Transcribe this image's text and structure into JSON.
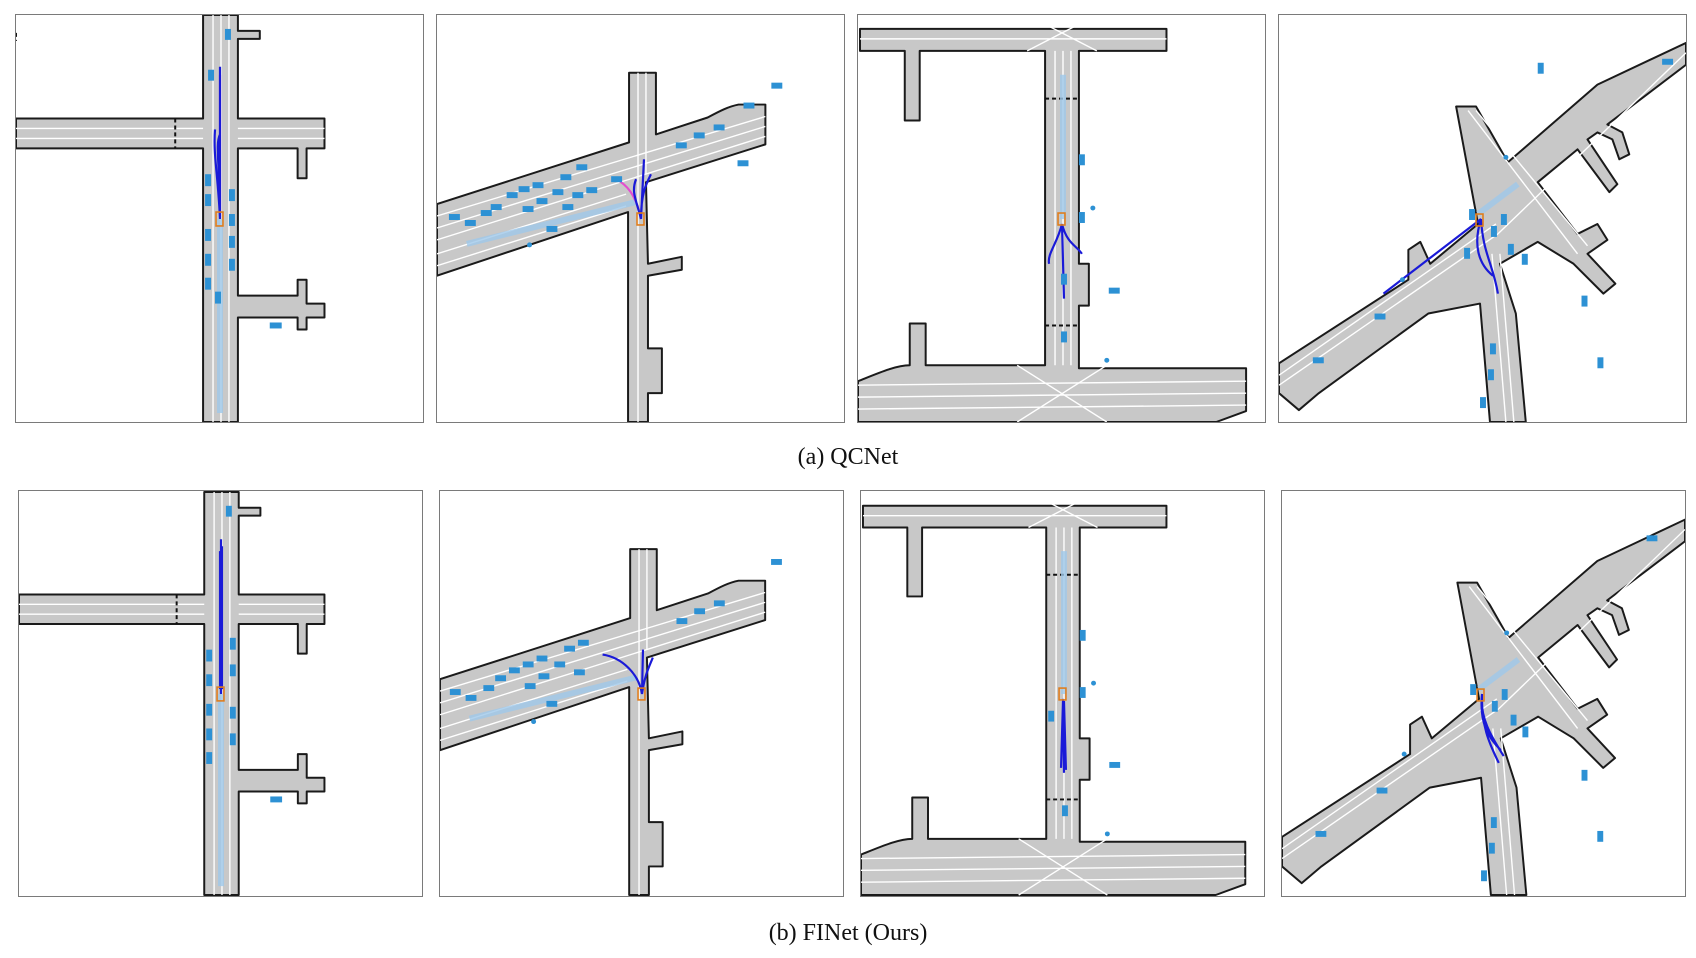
{
  "rows": [
    {
      "caption": "(a) QCNet",
      "panel_count": 4
    },
    {
      "caption": "(b) FINet (Ours)",
      "panel_count": 4
    }
  ],
  "colors": {
    "road": "#c8c8c8",
    "vehicle": "#2d91d4",
    "prediction": "#1a1ad8",
    "ground_truth": "#e34fcf",
    "history": "#9fc8ea",
    "ego": "#e07d1c"
  }
}
